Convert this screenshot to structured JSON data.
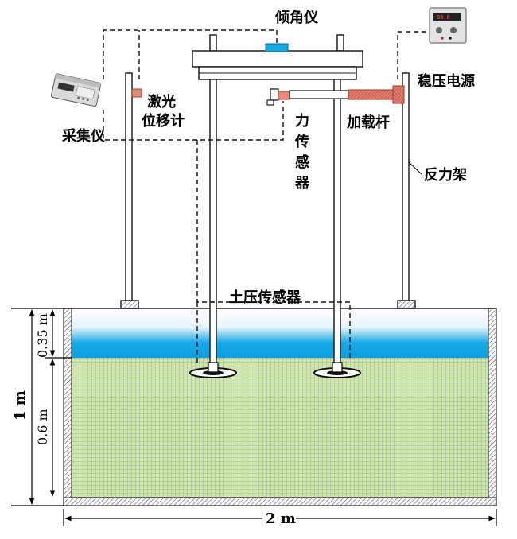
{
  "labels": {
    "inclinometer": "倾角仪",
    "regulated_power": "稳压电源",
    "laser_line1": "激光",
    "laser_line2": "位移计",
    "collector": "采集仪",
    "loading_rod": "加载杆",
    "force_char1": "力",
    "force_char2": "传",
    "force_char3": "感",
    "force_char4": "器",
    "reaction_frame": "反力架",
    "soil_pressure": "土压传感器"
  },
  "dimensions": {
    "total_depth": "1 m",
    "water_depth": "0.35 m",
    "soil_depth": "0.6 m",
    "tank_width": "2 m"
  },
  "colors": {
    "water": "#17a7e6",
    "soil_fill": "#d4e6a4",
    "soil_grid": "#6aa6be",
    "sensor_blue": "#1aa7e0",
    "laser_red": "#e88876",
    "rod_red": "#e07b6a"
  }
}
